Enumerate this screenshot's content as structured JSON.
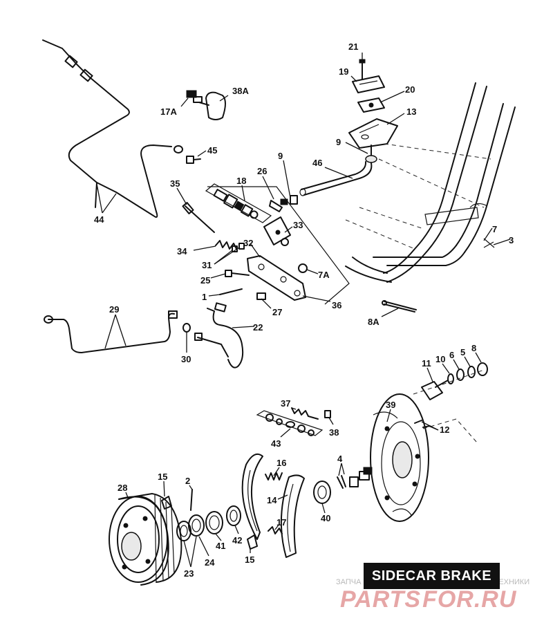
{
  "title": "SIDECAR BRAKE",
  "watermark": {
    "line1_left": "ЗАПЧА",
    "line1_right": "ТЕХНИКИ",
    "brand_left": "PARTS",
    "brand_right": "FOR.RU",
    "color": "#e6a6a6"
  },
  "callouts": {
    "c21": "21",
    "c19": "19",
    "c20": "20",
    "c13": "13",
    "c38a": "38A",
    "c17a": "17A",
    "c45": "45",
    "c9a": "9",
    "c9b": "9",
    "c46": "46",
    "c26": "26",
    "c18": "18",
    "c35": "35",
    "c33": "33",
    "c44": "44",
    "c32": "32",
    "c34": "34",
    "c31": "31",
    "c25": "25",
    "c7a": "7A",
    "c1": "1",
    "c27": "27",
    "c36": "36",
    "c7": "7",
    "c3": "3",
    "c29": "29",
    "c22": "22",
    "c30": "30",
    "c8a": "8A",
    "c11": "11",
    "c10": "10",
    "c6": "6",
    "c5": "5",
    "c8": "8",
    "c39": "39",
    "c37": "37",
    "c38": "38",
    "c12": "12",
    "c43": "43",
    "c4": "4",
    "c16": "16",
    "c15a": "15",
    "c2": "2",
    "c28": "28",
    "c14": "14",
    "c40": "40",
    "c17": "17",
    "c41": "41",
    "c42": "42",
    "c15b": "15",
    "c23": "23",
    "c24": "24"
  }
}
